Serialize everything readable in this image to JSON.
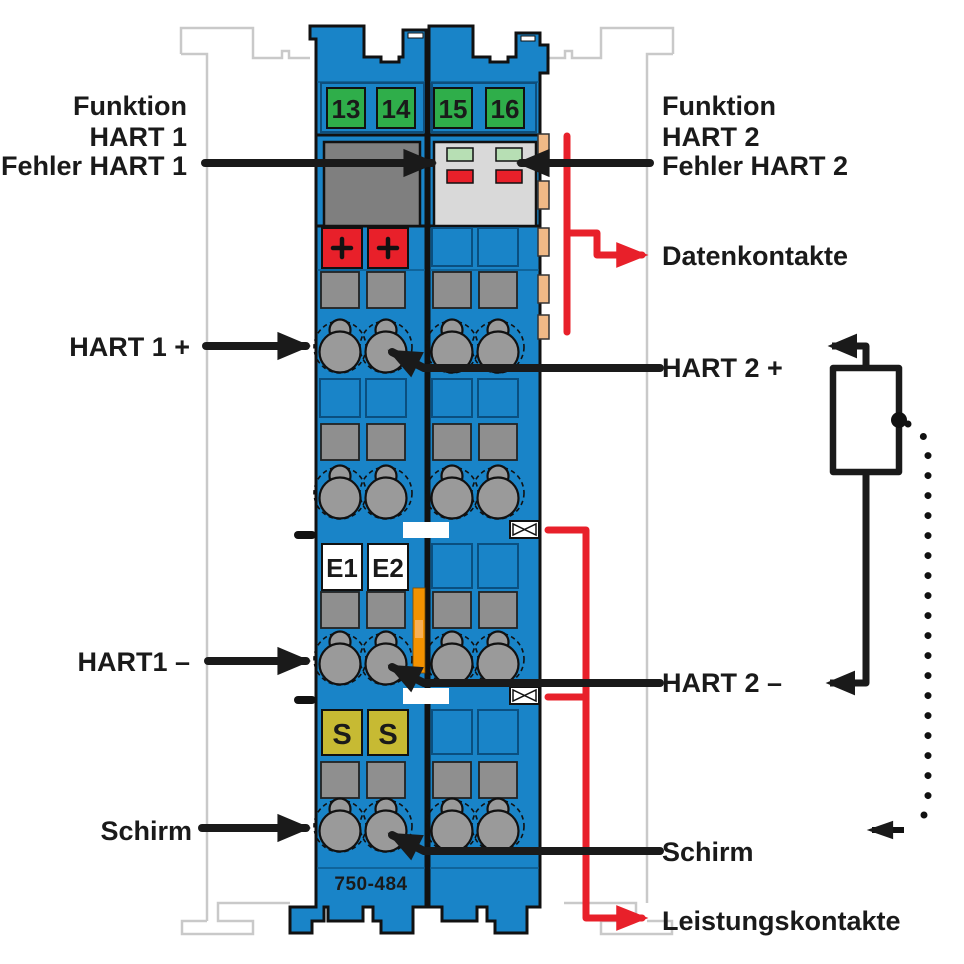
{
  "diagram": {
    "module_model": "750-484",
    "clamp_numbers": [
      "13",
      "14",
      "15",
      "16"
    ],
    "markers": {
      "plus": "+",
      "input1": "E1",
      "input2": "E2",
      "shield": "S"
    },
    "callouts_left": {
      "function_line1": "Funktion",
      "function_line2": "HART 1",
      "function_line3": "Fehler HART 1",
      "hart_plus": "HART 1 +",
      "hart_minus": "HART1 –",
      "shield": "Schirm"
    },
    "callouts_right": {
      "function_line1": "Funktion",
      "function_line2": "HART 2",
      "function_line3": "Fehler HART 2",
      "data_contacts": "Datenkontakte",
      "hart_plus": "HART 2 +",
      "hart_minus": "HART 2 –",
      "shield": "Schirm",
      "power_contacts": "Leistungskontakte"
    },
    "colors": {
      "module_blue": "#1984c8",
      "clamp_green": "#2fae4a",
      "signal_red": "#e8202a",
      "led_green": "#b7dfb4",
      "shield_yellow": "#c7ba33",
      "latch_orange": "#f39200",
      "latch_orange_light": "#f8b055",
      "contact_tan": "#f0b986",
      "terminal_gray": "#9a9a9a",
      "slot_gray": "#8f8f8f",
      "display_gray": "#7f7f7f",
      "panel_gray": "#d9d9d9",
      "rail_outline_gray": "#c9c9c9",
      "line_black": "#1a1a1a"
    }
  }
}
